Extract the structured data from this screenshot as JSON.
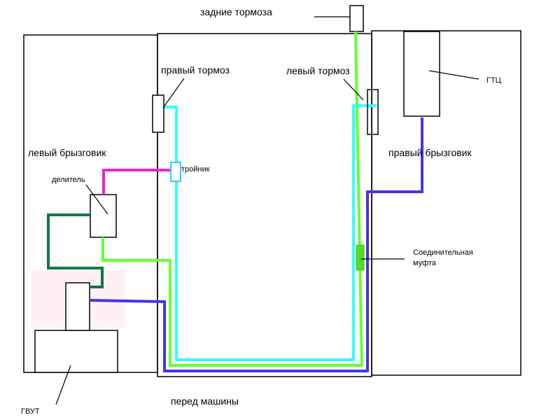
{
  "labels": {
    "rear_brakes": "задние тормоза",
    "right_brake": "правый тормоз",
    "left_brake": "левый тормоз",
    "gtc": "ГТЦ",
    "left_fender": "левый брызговик",
    "right_fender": "правый брызговик",
    "splitter": "делитель",
    "tee": "тройник",
    "coupling_line1": "Соединительная",
    "coupling_line2": "муфта",
    "car_front": "перед машины",
    "gvut": "ГВУТ"
  },
  "colors": {
    "cyan_line": "#33ffff",
    "green_line": "#66ff33",
    "dark_green_line": "#117744",
    "blue_line": "#4433ee",
    "magenta_line": "#ee22cc",
    "pink_zone": "#fff0f6"
  }
}
